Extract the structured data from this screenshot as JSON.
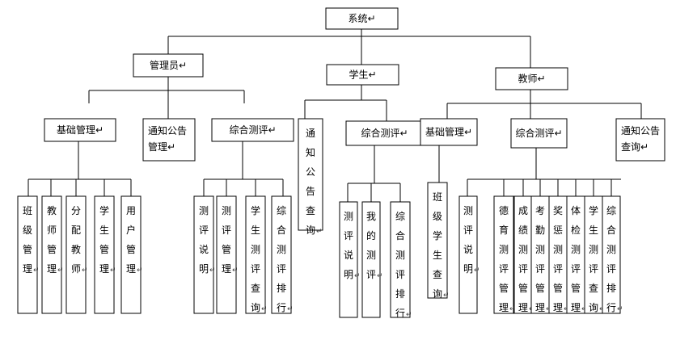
{
  "para_mark": "↵",
  "nodes": [
    {
      "id": "root",
      "text": "系统",
      "vertical": false
    },
    {
      "id": "admin",
      "text": "管理员",
      "vertical": false
    },
    {
      "id": "student",
      "text": "学生",
      "vertical": false
    },
    {
      "id": "teacher",
      "text": "教师",
      "vertical": false
    },
    {
      "id": "admin-basic",
      "text": "基础管理",
      "vertical": false
    },
    {
      "id": "admin-notice",
      "text": "通知公告管理",
      "vertical": false,
      "wrap": 4
    },
    {
      "id": "admin-eval",
      "text": "综合测评",
      "vertical": false
    },
    {
      "id": "stu-notice",
      "text": "通知公告查询",
      "vertical": true
    },
    {
      "id": "stu-eval",
      "text": "综合测评",
      "vertical": false
    },
    {
      "id": "tch-basic",
      "text": "基础管理",
      "vertical": false
    },
    {
      "id": "tch-eval",
      "text": "综合测评",
      "vertical": false
    },
    {
      "id": "tch-notice",
      "text": "通知公告查询",
      "vertical": false,
      "wrap": 4
    },
    {
      "id": "class-mgmt",
      "text": "班级管理",
      "vertical": true
    },
    {
      "id": "teacher-mgmt",
      "text": "教师管理",
      "vertical": true
    },
    {
      "id": "assign-teacher",
      "text": "分配教师",
      "vertical": true
    },
    {
      "id": "student-mgmt",
      "text": "学生管理",
      "vertical": true
    },
    {
      "id": "user-mgmt",
      "text": "用户管理",
      "vertical": true
    },
    {
      "id": "eval-desc",
      "text": "测评说明",
      "vertical": true
    },
    {
      "id": "eval-mgmt",
      "text": "测评管理",
      "vertical": true
    },
    {
      "id": "stu-eval-query",
      "text": "学生测评查询",
      "vertical": true
    },
    {
      "id": "eval-rank",
      "text": "综合测评排行",
      "vertical": true
    },
    {
      "id": "s-eval-desc",
      "text": "测评说明",
      "vertical": true
    },
    {
      "id": "s-my-eval",
      "text": "我的测评",
      "vertical": true
    },
    {
      "id": "s-eval-rank",
      "text": "综合测评排行",
      "vertical": true
    },
    {
      "id": "t-class-stu-query",
      "text": "班级学生查询",
      "vertical": true
    },
    {
      "id": "t-eval-desc",
      "text": "测评说明",
      "vertical": true
    },
    {
      "id": "t-moral",
      "text": "德育测评管理",
      "vertical": true
    },
    {
      "id": "t-grade",
      "text": "成绩测评管理",
      "vertical": true
    },
    {
      "id": "t-attend",
      "text": "考勤测评管理",
      "vertical": true
    },
    {
      "id": "t-reward",
      "text": "奖惩测评管理",
      "vertical": true
    },
    {
      "id": "t-physical",
      "text": "体检测评管理",
      "vertical": true
    },
    {
      "id": "t-stu-query",
      "text": "学生测评查询",
      "vertical": true
    },
    {
      "id": "t-rank",
      "text": "综合测评排行",
      "vertical": true
    }
  ]
}
